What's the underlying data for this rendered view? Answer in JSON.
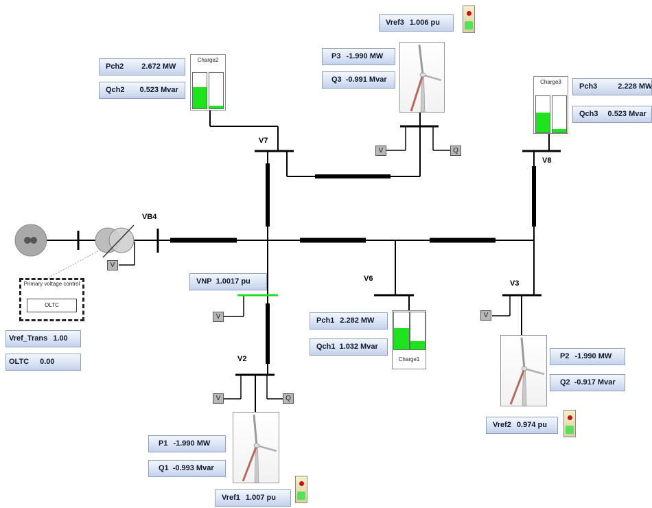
{
  "diagram": {
    "buses": {
      "vb4": "VB4",
      "v7": "V7",
      "v8": "V8",
      "v6": "V6",
      "v3": "V3",
      "v2": "V2"
    },
    "measure_tags": {
      "v": "V",
      "q": "Q"
    },
    "primary_control": {
      "title": "Primary voltage control",
      "oltc_label": "OLTC"
    },
    "readouts": {
      "pch2": {
        "label": "Pch2",
        "value": "2.672 MW"
      },
      "qch2": {
        "label": "Qch2",
        "value": "0.523 Mvar"
      },
      "pch3": {
        "label": "Pch3",
        "value": "2.228 MW"
      },
      "qch3": {
        "label": "Qch3",
        "value": "0.523 Mvar"
      },
      "pch1": {
        "label": "Pch1",
        "value": "2.282 MW"
      },
      "qch1": {
        "label": "Qch1",
        "value": "1.032 Mvar"
      },
      "vref3": {
        "label": "Vref3",
        "value": "1.006 pu"
      },
      "p3": {
        "label": "P3",
        "value": "-1.990 MW"
      },
      "q3": {
        "label": "Q3",
        "value": "-0.991 Mvar"
      },
      "vnp": {
        "label": "VNP",
        "value": "1.0017 pu"
      },
      "vref_trans": {
        "label": "Vref_Trans",
        "value": "1.00"
      },
      "oltc": {
        "label": "OLTC",
        "value": "0.00"
      },
      "p2": {
        "label": "P2",
        "value": "-1.990 MW"
      },
      "q2": {
        "label": "Q2",
        "value": "-0.917 Mvar"
      },
      "vref2": {
        "label": "Vref2",
        "value": "0.974 pu"
      },
      "p1": {
        "label": "P1",
        "value": "-1.990 MW"
      },
      "q1": {
        "label": "Q1",
        "value": "-0.993 Mvar"
      },
      "vref1": {
        "label": "Vref1",
        "value": "1.007 pu"
      }
    },
    "chargers": {
      "charge2": {
        "name": "Charge2",
        "level_a": 0.6,
        "level_b": 0.08
      },
      "charge3": {
        "name": "Charge3",
        "level_a": 0.55,
        "level_b": 0.1
      },
      "charge1": {
        "name": "Charge1",
        "level_a": 0.58,
        "level_b": 0.22
      }
    },
    "colors": {
      "line": "#000000",
      "busbar_live": "#22dd22",
      "charger_fill": "#1ee31e",
      "indicator_red": "#c8101a",
      "indicator_green": "#58e058",
      "panel_border": "#8fa0bd"
    }
  }
}
